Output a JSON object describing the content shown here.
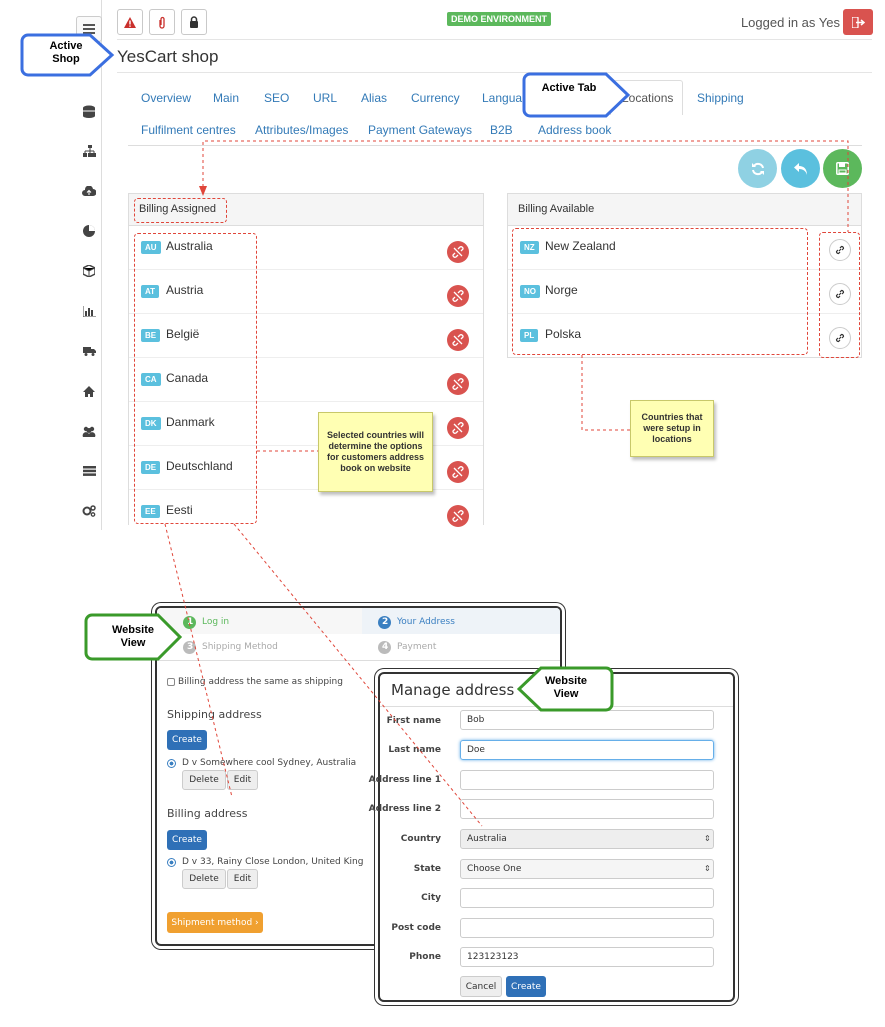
{
  "topbar": {
    "demo_badge": "DEMO ENVIRONMENT",
    "logged_in": "Logged in as Yes"
  },
  "shop_title": "YesCart shop",
  "tabs_row1": [
    "Overview",
    "Main",
    "SEO",
    "URL",
    "Alias",
    "Currency",
    "Languag",
    "Locations",
    "Shipping"
  ],
  "tabs_row2": [
    "Fulfilment centres",
    "Attributes/Images",
    "Payment Gateways",
    "B2B",
    "Address book"
  ],
  "active_tab": "Locations",
  "billing_assigned": {
    "title": "Billing Assigned",
    "items": [
      {
        "code": "AU",
        "name": "Australia"
      },
      {
        "code": "AT",
        "name": "Austria"
      },
      {
        "code": "BE",
        "name": "België"
      },
      {
        "code": "CA",
        "name": "Canada"
      },
      {
        "code": "DK",
        "name": "Danmark"
      },
      {
        "code": "DE",
        "name": "Deutschland"
      },
      {
        "code": "EE",
        "name": "Eesti"
      }
    ]
  },
  "billing_available": {
    "title": "Billing Available",
    "items": [
      {
        "code": "NZ",
        "name": "New Zealand"
      },
      {
        "code": "NO",
        "name": "Norge"
      },
      {
        "code": "PL",
        "name": "Polska"
      }
    ]
  },
  "callouts": {
    "active_shop": "Active Shop",
    "active_tab": "Active Tab",
    "website_view_1": "Website View",
    "website_view_2": "Website View"
  },
  "notes": {
    "selected_countries": "Selected countries will determine the options for customers address book on website",
    "setup_in_locations": "Countries that were setup in locations"
  },
  "checkout": {
    "steps": [
      {
        "num": "1",
        "label": "Log in"
      },
      {
        "num": "2",
        "label": "Your Address"
      },
      {
        "num": "3",
        "label": "Shipping Method"
      },
      {
        "num": "4",
        "label": "Payment"
      }
    ],
    "billing_same": "Billing address the same as shipping",
    "shipping_heading": "Shipping address",
    "billing_heading": "Billing address",
    "create_label": "Create",
    "delete_label": "Delete",
    "edit_label": "Edit",
    "shipping_addr": "D        v Somewhere cool Sydney, Australia",
    "billing_addr": "D        v 33, Rainy Close London, United King",
    "shipment_method": "Shipment method ›"
  },
  "manage_address": {
    "title": "Manage address",
    "fields": [
      {
        "label": "First name",
        "value": ""
      },
      {
        "label": "Last name",
        "value": ""
      },
      {
        "label": "Address line 1",
        "value": ""
      },
      {
        "label": "Address line 2",
        "value": ""
      },
      {
        "label": "Country",
        "value": "Australia"
      },
      {
        "label": "State",
        "value": "Choose One"
      },
      {
        "label": "City",
        "value": ""
      },
      {
        "label": "Post code",
        "value": ""
      },
      {
        "label": "Phone",
        "value": ""
      }
    ],
    "first_name": "Bob",
    "last_name": "Doe",
    "phone": "123123123",
    "cancel_label": "Cancel",
    "create_label": "Create"
  }
}
